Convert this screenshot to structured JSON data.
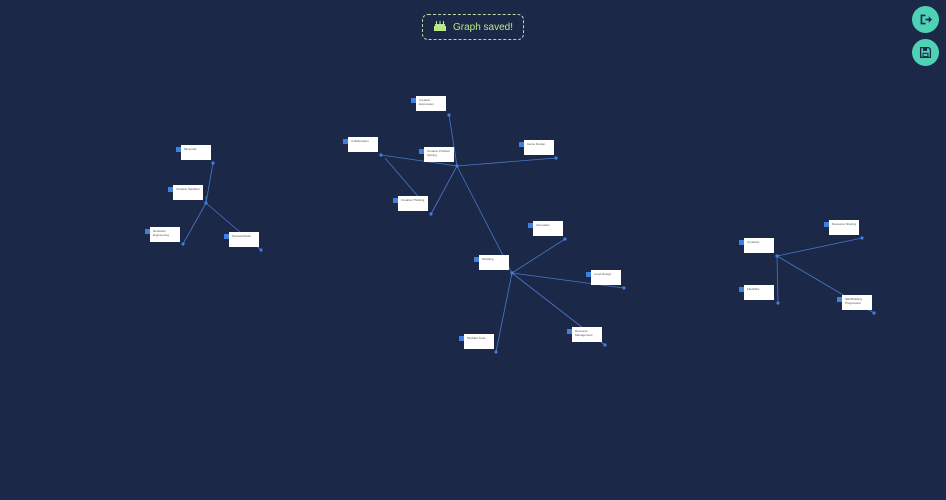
{
  "toast": {
    "message": "Graph saved!"
  },
  "actions": {
    "export_icon": "export-icon",
    "save_icon": "save-icon"
  },
  "graph": {
    "nodes": [
      {
        "id": "a1",
        "label": "Minecraft"
      },
      {
        "id": "a2",
        "label": "Creative Sandbox"
      },
      {
        "id": "a3",
        "label": "Redstone Engineering"
      },
      {
        "id": "a4",
        "label": "Survival Mode"
      },
      {
        "id": "b0",
        "label": "Creative Expression"
      },
      {
        "id": "b1",
        "label": "Collaboration"
      },
      {
        "id": "b2",
        "label": "Creative Problem Solving"
      },
      {
        "id": "b3",
        "label": "Game Design"
      },
      {
        "id": "b4",
        "label": "Creative Thinking"
      },
      {
        "id": "c0",
        "label": "Modding"
      },
      {
        "id": "c1",
        "label": "Innovation"
      },
      {
        "id": "c2",
        "label": "Level Design"
      },
      {
        "id": "c3",
        "label": "Resource Management"
      },
      {
        "id": "c4",
        "label": "Modular Tools"
      },
      {
        "id": "d0",
        "label": "Creativity"
      },
      {
        "id": "d1",
        "label": "Resource Sharing"
      },
      {
        "id": "d2",
        "label": "Flexibility"
      },
      {
        "id": "d3",
        "label": "Skill Building Progression"
      }
    ]
  }
}
